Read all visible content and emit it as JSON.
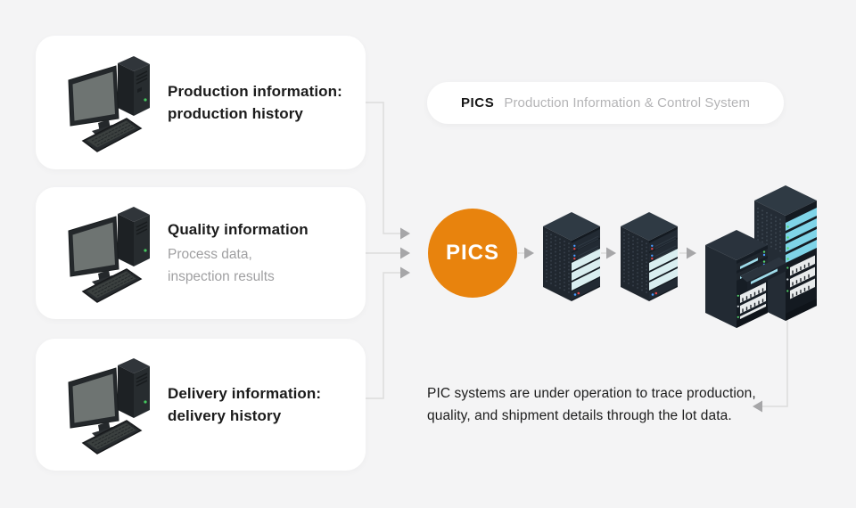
{
  "colors": {
    "background": "#f4f4f5",
    "card_background": "#ffffff",
    "accent_orange": "#e8830d",
    "connector_line": "#dcdcdc",
    "arrowhead_gray": "#a6a6a8",
    "title_text": "#1b1b1b",
    "muted_text": "#a0a0a2",
    "server_body_dark": "#242c35",
    "server_stripe_cyan": "#d9eef0"
  },
  "cards": [
    {
      "icon": "desktop-computer-icon",
      "title": "Production information:\nproduction history",
      "subtitle": ""
    },
    {
      "icon": "desktop-computer-icon",
      "title": "Quality information",
      "subtitle": "Process data,\ninspection results"
    },
    {
      "icon": "desktop-computer-icon",
      "title": "Delivery information:\ndelivery history",
      "subtitle": ""
    }
  ],
  "legend": {
    "abbr": "PICS",
    "name": "Production Information & Control System"
  },
  "hub": {
    "label": "PICS",
    "icon": "pics-hub-circle"
  },
  "pipeline_icons": [
    "server-icon",
    "server-icon",
    "server-cluster-icon"
  ],
  "note": {
    "text": "PIC systems are under operation to trace production,\nquality, and shipment details through the lot data."
  }
}
